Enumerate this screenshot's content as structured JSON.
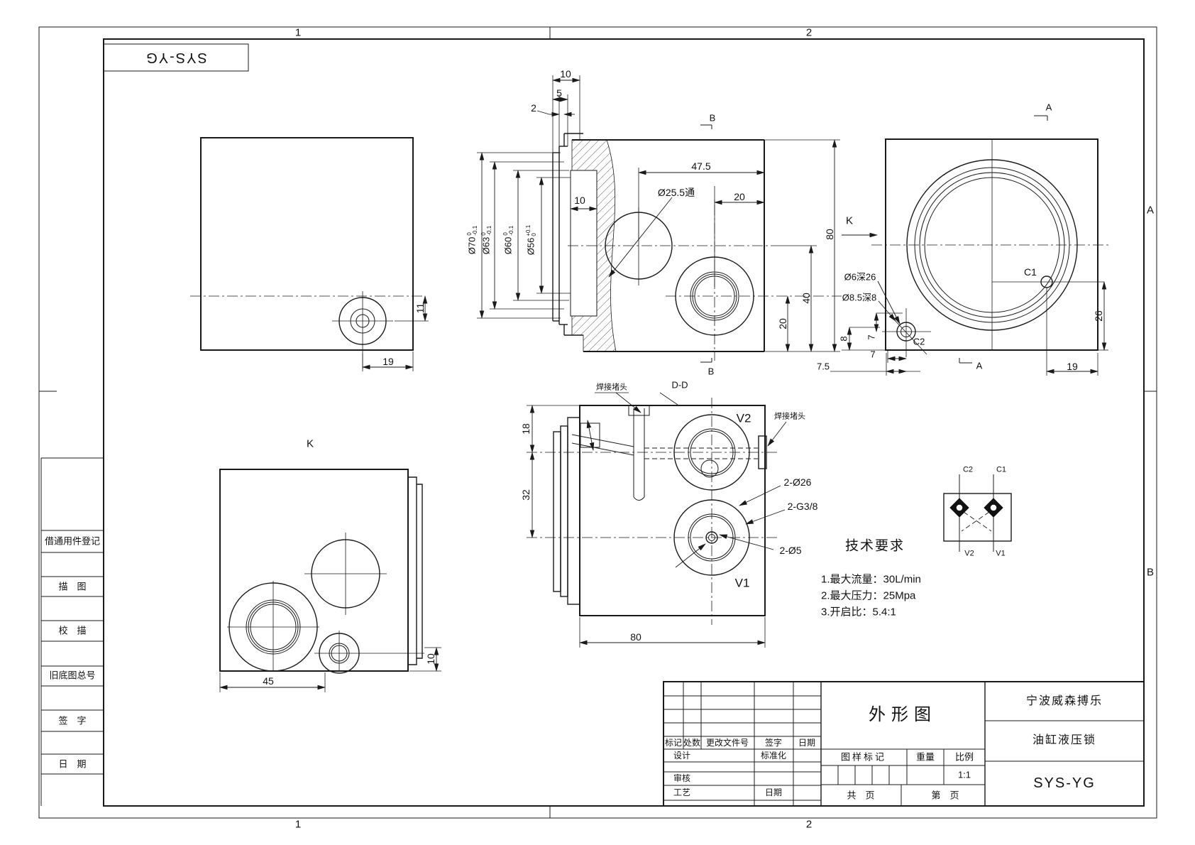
{
  "frame": {
    "top": [
      "1",
      "2"
    ],
    "bottom": [
      "1",
      "2"
    ],
    "right": [
      "A",
      "B"
    ]
  },
  "stamp": "SYS-YG",
  "sidebar": [
    "借通用件登记",
    "描　图",
    "校　描",
    "旧底图总号",
    "签　字",
    "日　期"
  ],
  "front_view": {
    "dim_19": "19",
    "dim_11": "11"
  },
  "sleeve_section": {
    "dim_10_top": "10",
    "dim_5": "5",
    "dim_2": "2",
    "dim_10_bore": "10",
    "dias": [
      {
        "d": "Ø70",
        "t": "0",
        "b": "-0.1"
      },
      {
        "d": "Ø63",
        "t": "0",
        "b": "-0.1"
      },
      {
        "d": "Ø60",
        "t": "0",
        "b": "-0.1"
      },
      {
        "d": "Ø56",
        "t": "+0.1",
        "b": "0"
      }
    ]
  },
  "plan_view": {
    "section_b": "B",
    "dim_47_5": "47.5",
    "bore": "Ø25.5通",
    "dim_20_top": "20",
    "dim_20_right": "20",
    "dim_40": "40",
    "dim_80": "80",
    "k_label": "K"
  },
  "side_view": {
    "section_a": "A",
    "c1": "C1",
    "c2": "C2",
    "dim_26": "26",
    "dim_19": "19",
    "hole_deep": "Ø6深26",
    "hole_cbore": "Ø8.5深8",
    "dim_8": "8",
    "dim_7_v": "7",
    "dim_7_h": "7",
    "dim_7_5": "7.5"
  },
  "dd_view": {
    "title": "D-D",
    "plug_label": "焊接堵头",
    "v2": "V2",
    "v1": "V1",
    "callout_26": "2-Ø26",
    "callout_g38": "2-G3/8",
    "callout_5": "2-Ø5",
    "dim_18": "18",
    "dim_32": "32",
    "dim_80": "80"
  },
  "k_view": {
    "label": "K",
    "dim_45": "45",
    "dim_10": "10"
  },
  "schematic": {
    "c2": "C2",
    "c1": "C1",
    "v2": "V2",
    "v1": "V1"
  },
  "tech_req": {
    "title": "技术要求",
    "items": [
      "1.最大流量：30L/min",
      "2.最大压力：25Mpa",
      "3.开启比：5.4:1"
    ]
  },
  "title_block": {
    "rev_headers": [
      "标记",
      "处数",
      "更改文件号",
      "签字",
      "日期"
    ],
    "design": "设计",
    "standardization": "标准化",
    "audit": "审核",
    "process": "工艺",
    "date": "日期",
    "drawing_title": "外形图",
    "mark_label": "图样标记",
    "weight_label": "重量",
    "scale_label": "比例",
    "scale_value": "1:1",
    "total_pages": "共　页",
    "page_no": "第　页",
    "company": "宁波威森搏乐",
    "product": "油缸液压锁",
    "part_no": "SYS-YG"
  }
}
